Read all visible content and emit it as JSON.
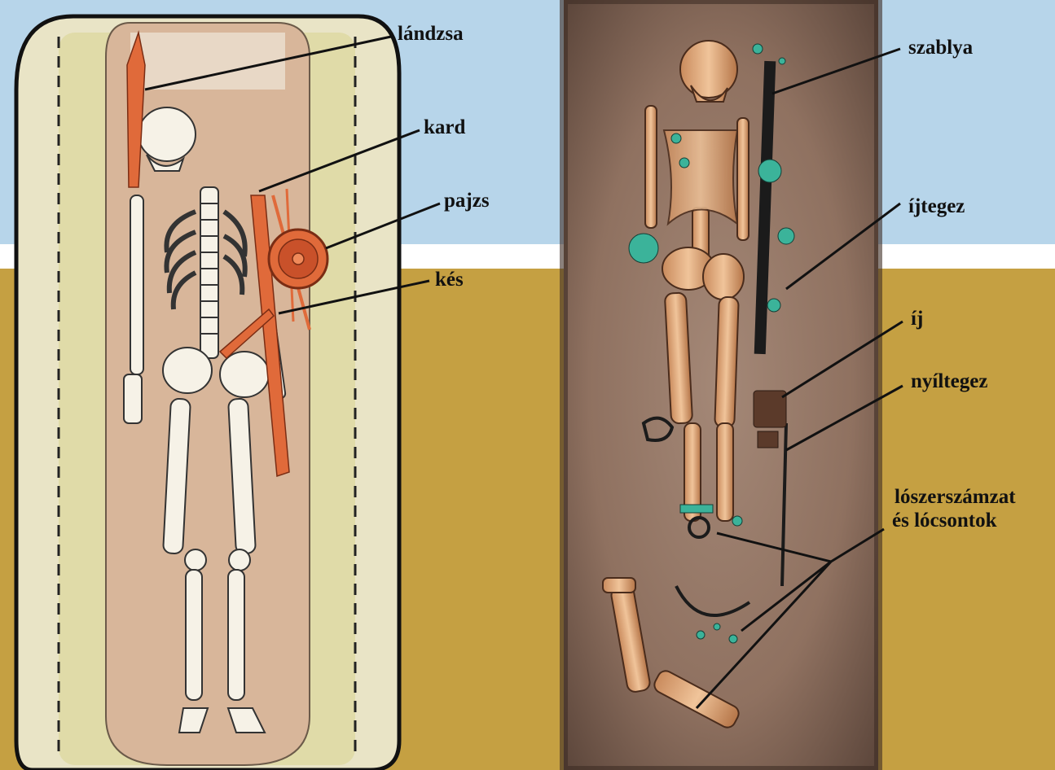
{
  "left_panel": {
    "labels": {
      "landzsa": "lándzsa",
      "kard": "kard",
      "pajzs": "pajzs",
      "kes": "kés"
    }
  },
  "right_panel": {
    "labels": {
      "szablya": "szablya",
      "ijtegez": "íjtegez",
      "ij": "íj",
      "nyiltegez": "nyíltegez",
      "loszerszamzat_line1": "lószerszámzat",
      "loszerszamzat_line2": "és lócsontok"
    }
  },
  "colors": {
    "sky": "#b7d5ea",
    "ground": "#c5a042",
    "weapon": "#e06a3a",
    "bone": "#f4efe2",
    "bronze": "#3bb39a",
    "soil": "#8a6c5b"
  }
}
